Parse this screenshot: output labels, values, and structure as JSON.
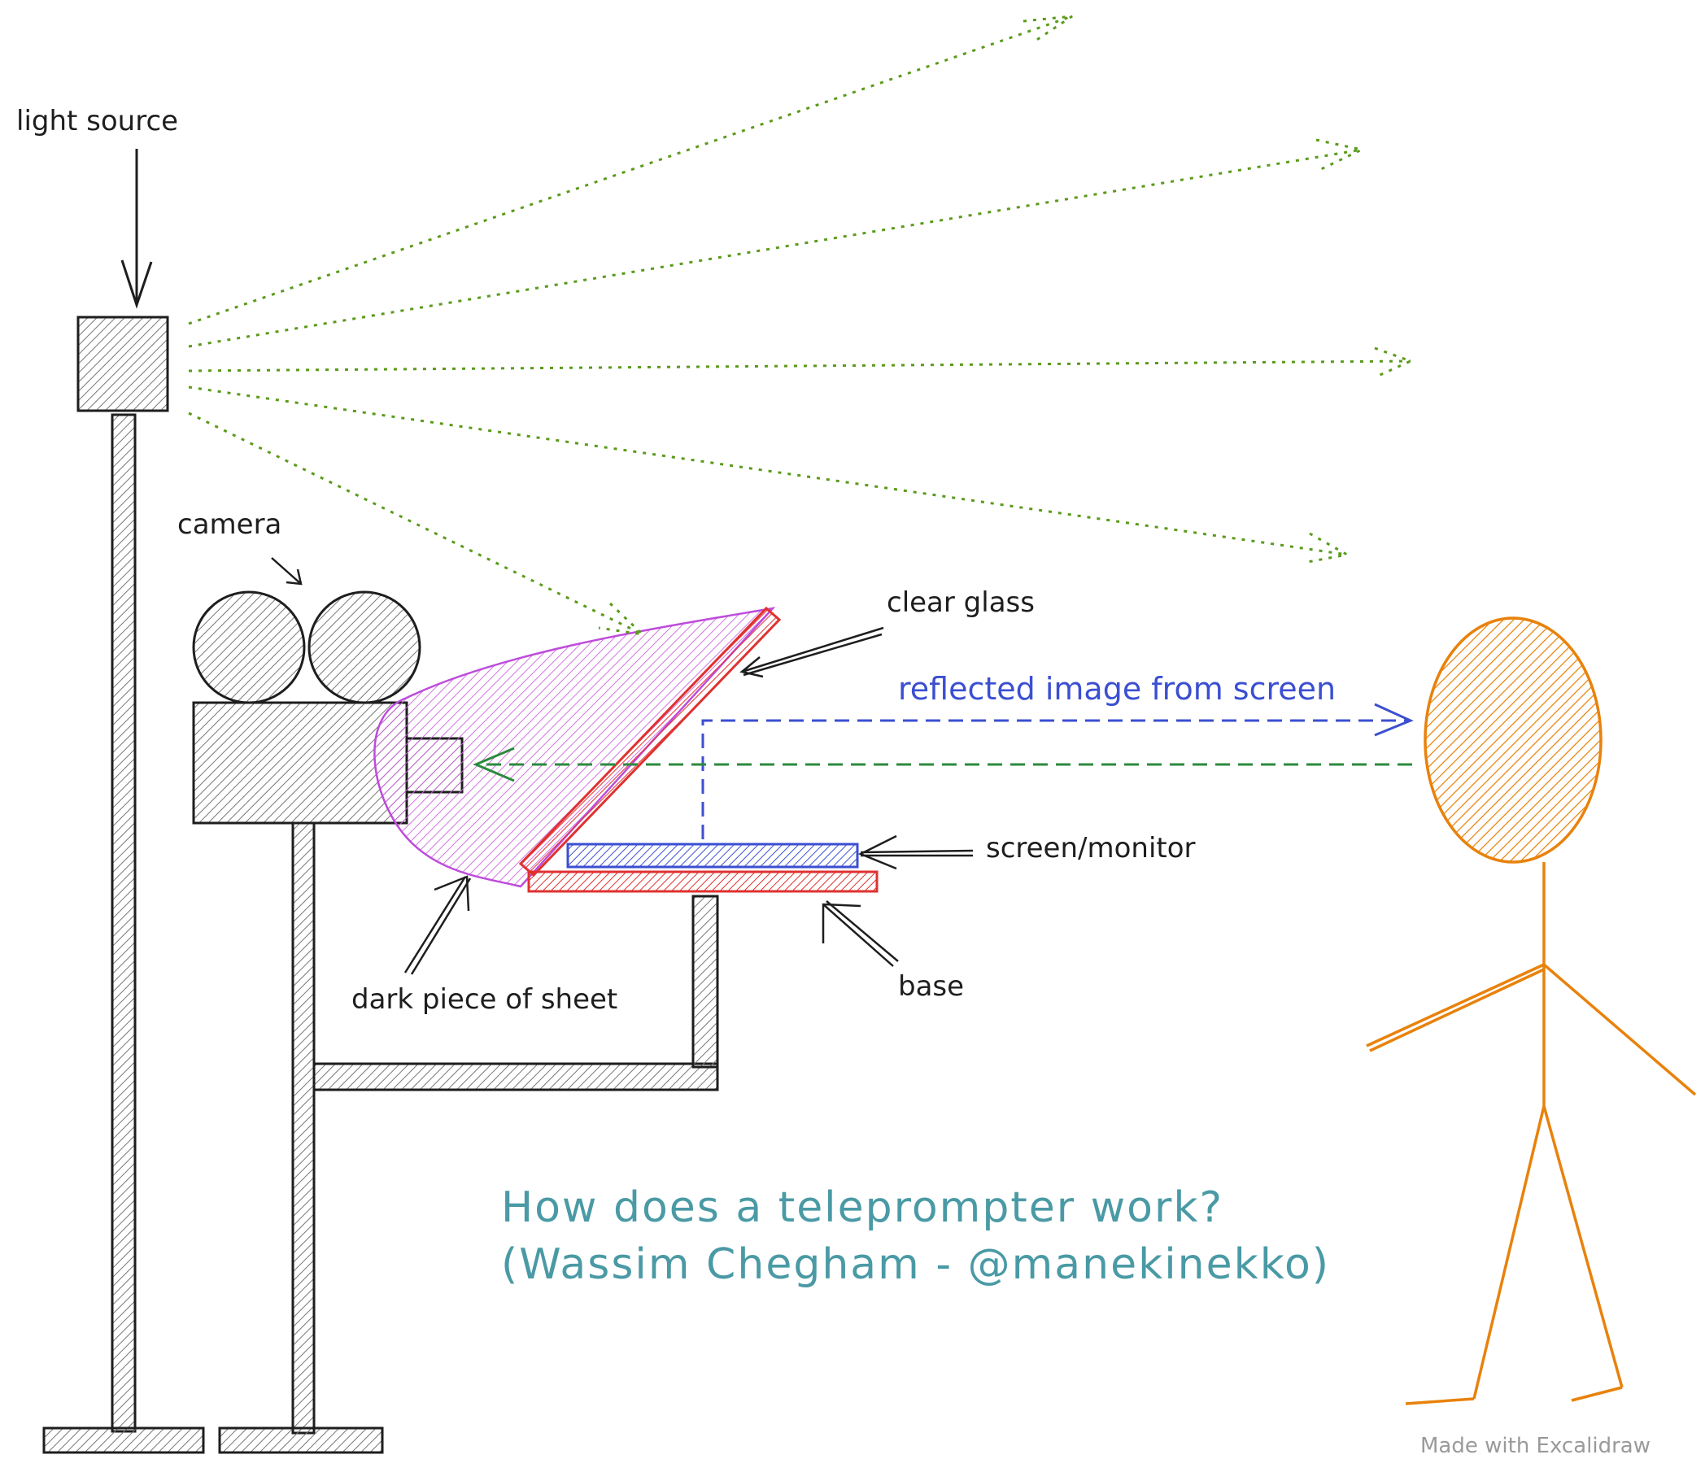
{
  "labels": {
    "light_source": "light source",
    "camera": "camera",
    "clear_glass": "clear glass",
    "reflected": "reflected image from screen",
    "screen_monitor": "screen/monitor",
    "base": "base",
    "dark_sheet": "dark piece of sheet"
  },
  "title": {
    "line1": "How does a teleprompter work?",
    "line2": "(Wassim Chegham - @manekinekko)"
  },
  "footer": "Made with Excalidraw",
  "colors": {
    "ink": "#1e1e1e",
    "light_rays": "#5a9a1a",
    "glass": "#e03131",
    "screen": "#3b4fd1",
    "sheet": "#be4bdb",
    "person": "#e8820c",
    "return_ray": "#2b8a3e",
    "title": "#4a9aa5"
  }
}
